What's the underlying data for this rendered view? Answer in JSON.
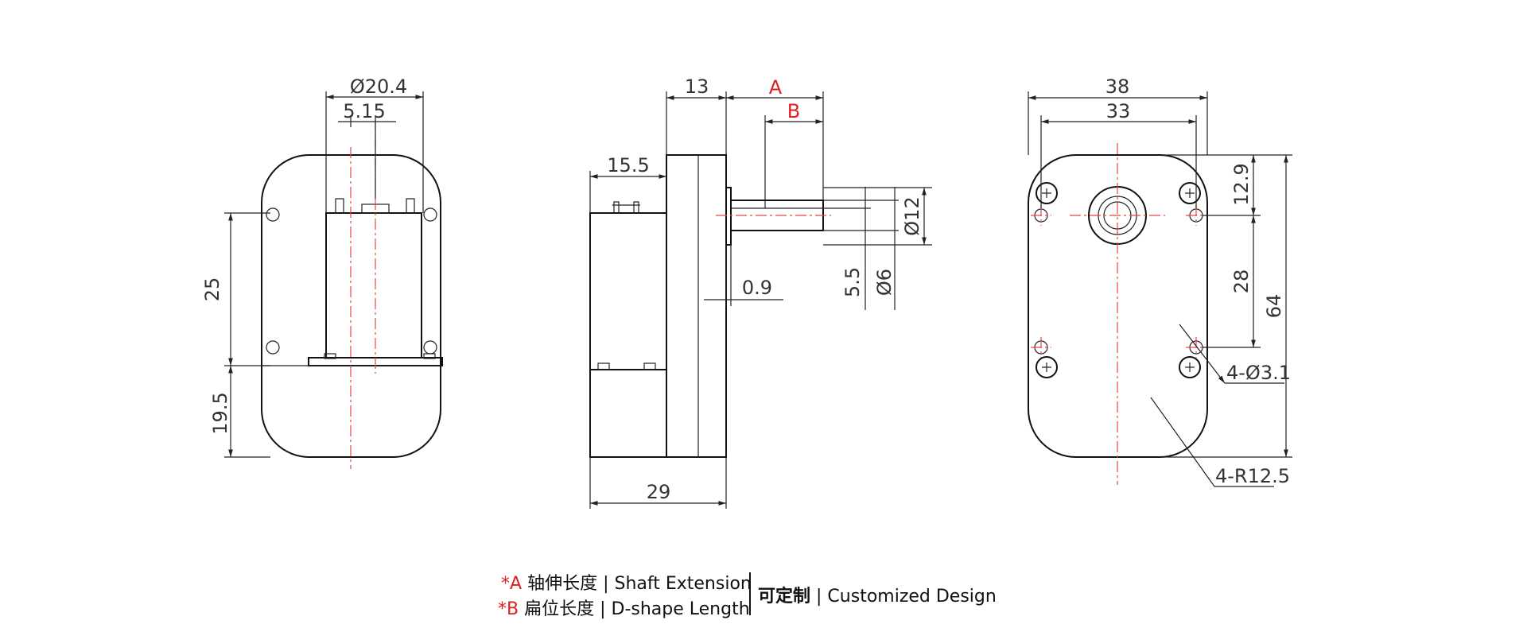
{
  "dimensions": {
    "left_view": {
      "outer_dia": "Ø20.4",
      "terminal_offset": "5.15",
      "hole_spacing": "25",
      "bottom_offset": "19.5"
    },
    "side_view": {
      "mount_depth": "13",
      "shaft_ext": "A",
      "d_shape_len": "B",
      "motor_len": "15.5",
      "shaft_dia": "Ø12",
      "d_flat": "5.5",
      "shaft_inner": "Ø6",
      "collar": "0.9",
      "total_depth": "29"
    },
    "front_view": {
      "width": "38",
      "hole_span": "33",
      "top_to_shaft": "12.9",
      "hole_vertical": "28",
      "height": "64",
      "holes": "4-Ø3.1",
      "corner_radius": "4-R12.5"
    }
  },
  "legend": {
    "a_marker": "*A",
    "a_zh": "轴伸长度",
    "a_en": "| Shaft Extension",
    "b_marker": "*B",
    "b_zh": "扁位长度",
    "b_en": "| D-shape Length",
    "custom_zh": "可定制",
    "custom_en": "| Customized Design"
  },
  "colors": {
    "line": "#111111",
    "centerline": "#e64646",
    "highlight": "#e02020"
  }
}
